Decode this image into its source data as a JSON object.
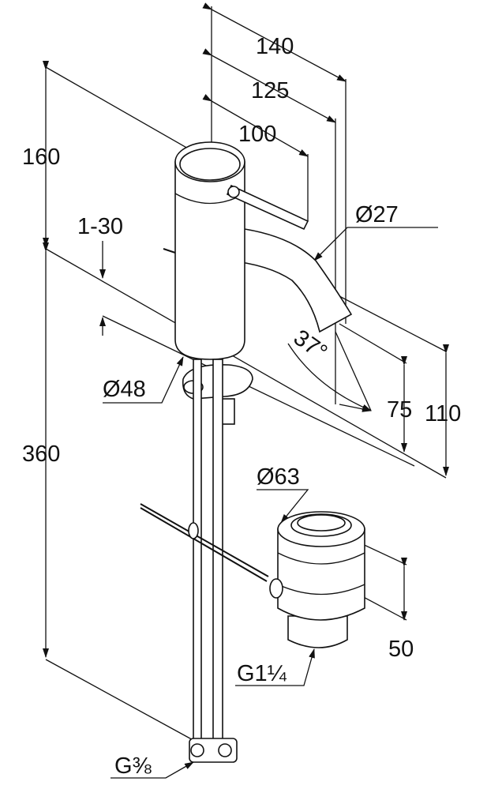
{
  "title": "Single-lever basin mixer dimension drawing",
  "dimensions": {
    "reach_140": "140",
    "reach_125": "125",
    "lever_100": "100",
    "height_160": "160",
    "spout_diameter": "Ø27",
    "deck_thickness": "1-30",
    "spout_angle": "37°",
    "body_diameter": "Ø48",
    "spout_height_75": "75",
    "spout_height_110": "110",
    "hose_length": "360",
    "waste_diameter": "Ø63",
    "waste_height": "50",
    "waste_thread": "G1¼",
    "supply_thread": "G⅜"
  }
}
